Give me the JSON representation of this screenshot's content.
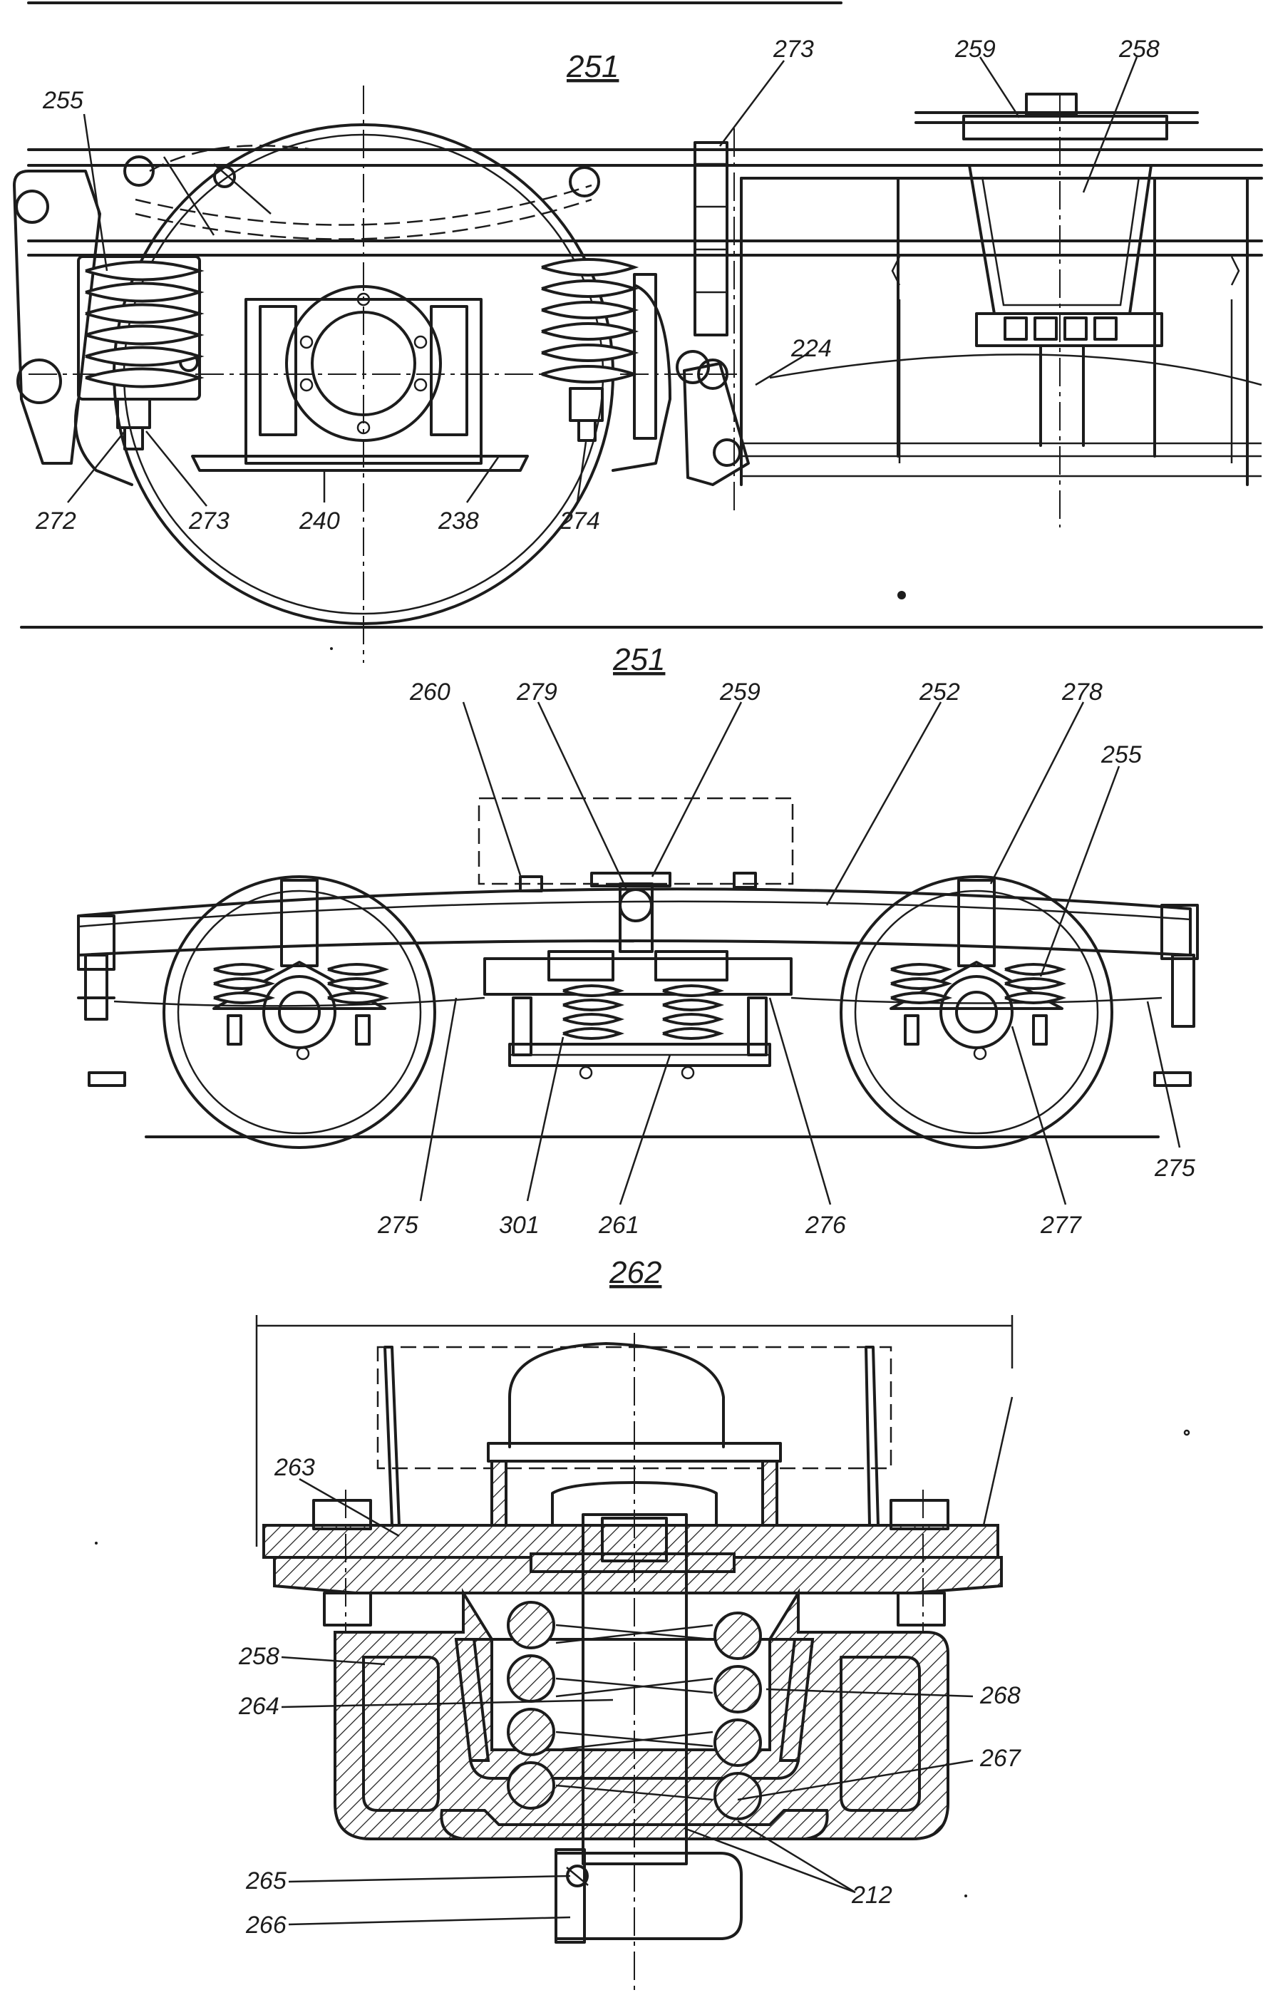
{
  "figure": {
    "view1": {
      "title": "251",
      "labels": {
        "l255": "255",
        "l272": "272",
        "l273a": "273",
        "l240": "240",
        "l238": "238",
        "l274": "274",
        "l273b": "273",
        "l224": "224",
        "l259": "259",
        "l258": "258"
      }
    },
    "view2": {
      "title": "251",
      "labels": {
        "l260": "260",
        "l279": "279",
        "l259": "259",
        "l252": "252",
        "l278": "278",
        "l255": "255",
        "l275a": "275",
        "l301": "301",
        "l261": "261",
        "l276": "276",
        "l277": "277",
        "l275b": "275"
      }
    },
    "view3": {
      "title": "262",
      "labels": {
        "l263": "263",
        "l258": "258",
        "l264": "264",
        "l268": "268",
        "l267": "267",
        "l212": "212",
        "l265": "265",
        "l266": "266"
      }
    }
  }
}
